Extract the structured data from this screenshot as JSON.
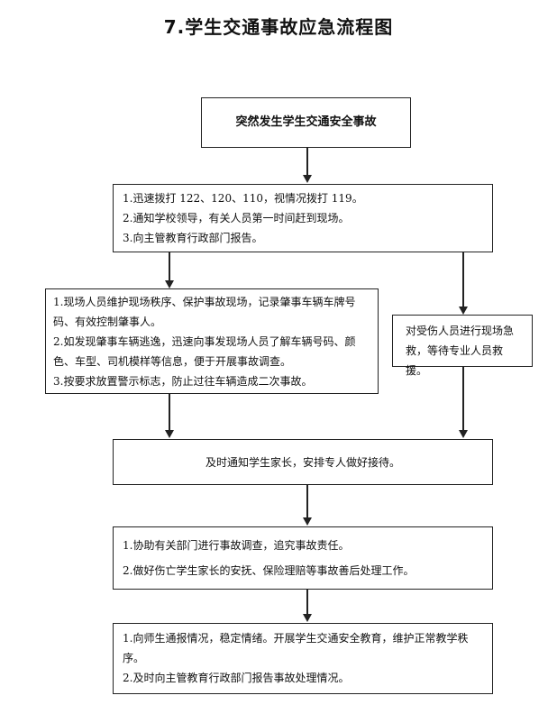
{
  "title": "7.学生交通事故应急流程图",
  "start": "突然发生学生交通安全事故",
  "step1": {
    "items": [
      "1.迅速拨打 122、120、110，视情况拨打 119。",
      "2.通知学校领导，有关人员第一时间赶到现场。",
      "3.向主管教育行政部门报告。"
    ]
  },
  "step2_left": {
    "items": [
      "1.现场人员维护现场秩序、保护事故现场，记录肇事车辆车牌号码、有效控制肇事人。",
      "2.如发现肇事车辆逃逸，迅速向事发现场人员了解车辆号码、颜色、车型、司机模样等信息，便于开展事故调查。",
      "3.按要求放置警示标志，防止过往车辆造成二次事故。"
    ]
  },
  "step2_right": {
    "text": "对受伤人员进行现场急救，等待专业人员救援。"
  },
  "step3": {
    "text": "及时通知学生家长，安排专人做好接待。"
  },
  "step4": {
    "items": [
      "1.协助有关部门进行事故调查，追究事故责任。",
      "2.做好伤亡学生家长的安抚、保险理赔等事故善后处理工作。"
    ]
  },
  "step5": {
    "items": [
      "1.向师生通报情况，稳定情绪。开展学生交通安全教育，维护正常教学秩序。",
      "2.及时向主管教育行政部门报告事故处理情况。"
    ]
  }
}
